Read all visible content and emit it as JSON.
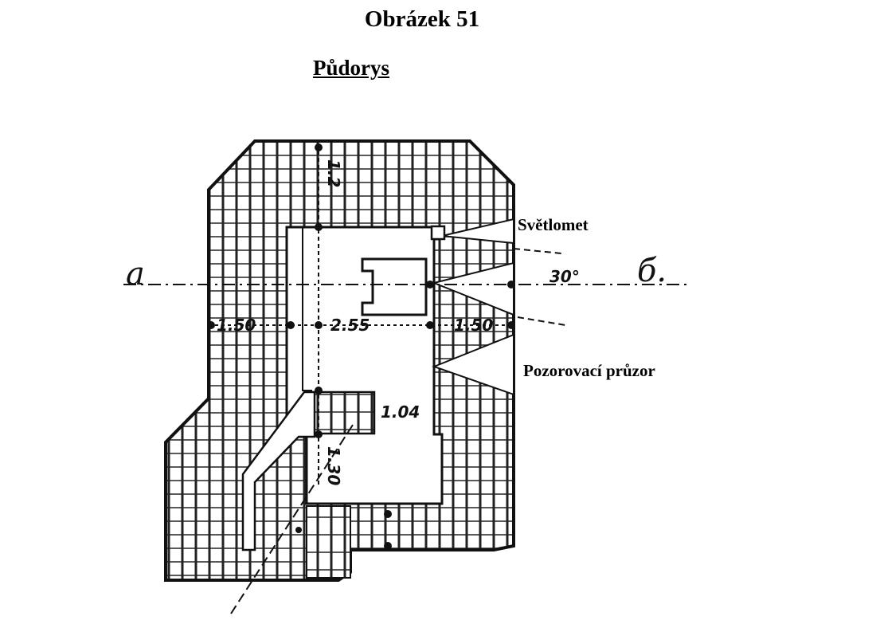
{
  "title": "Obrázek 51",
  "subtitle": "Půdorys",
  "labels": {
    "searchlight": "Světlomet",
    "observation_slit": "Pozorovací průzor"
  },
  "annotations": {
    "section_start": "a",
    "section_end": "б.",
    "angle": "30°",
    "dim_wall_left": "1.50",
    "dim_interior_width": "2.55",
    "dim_wall_right": "1.50",
    "dim_vertical": "1.2",
    "dim_inner_right": "1.04",
    "dim_bottom": "1.30"
  },
  "colors": {
    "ink": "#111111",
    "paper": "#ffffff"
  }
}
